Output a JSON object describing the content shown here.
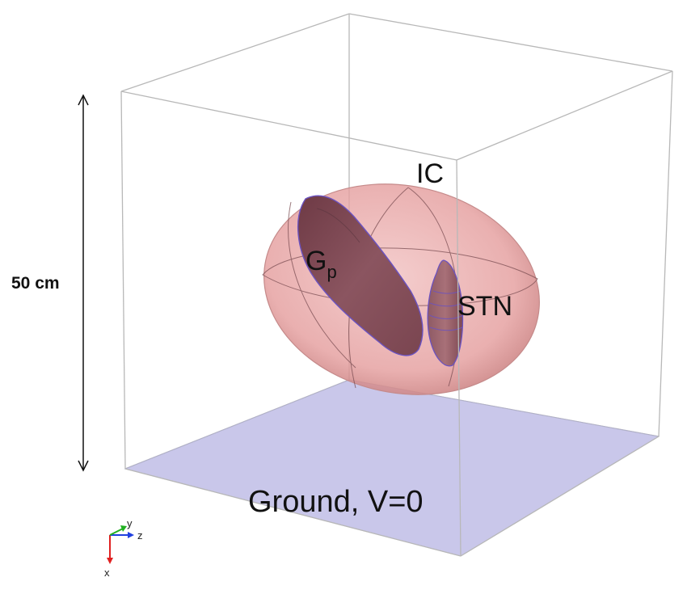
{
  "labels": {
    "dimension": "50 cm",
    "ic": "IC",
    "gp_main": "G",
    "gp_sub": "p",
    "stn": "STN",
    "ground": "Ground, V=0"
  },
  "axes": {
    "x": "x",
    "y": "y",
    "z": "z"
  },
  "colors": {
    "box_edge": "#b5b5b5",
    "ground_plane": "#c8c6e8",
    "ic_fill": "#e8a6a6",
    "structure_fill": "#7a4550",
    "structure_outline": "#6a4fb8",
    "axis_x": "#e02020",
    "axis_y": "#20b020",
    "axis_z": "#2040e0"
  }
}
